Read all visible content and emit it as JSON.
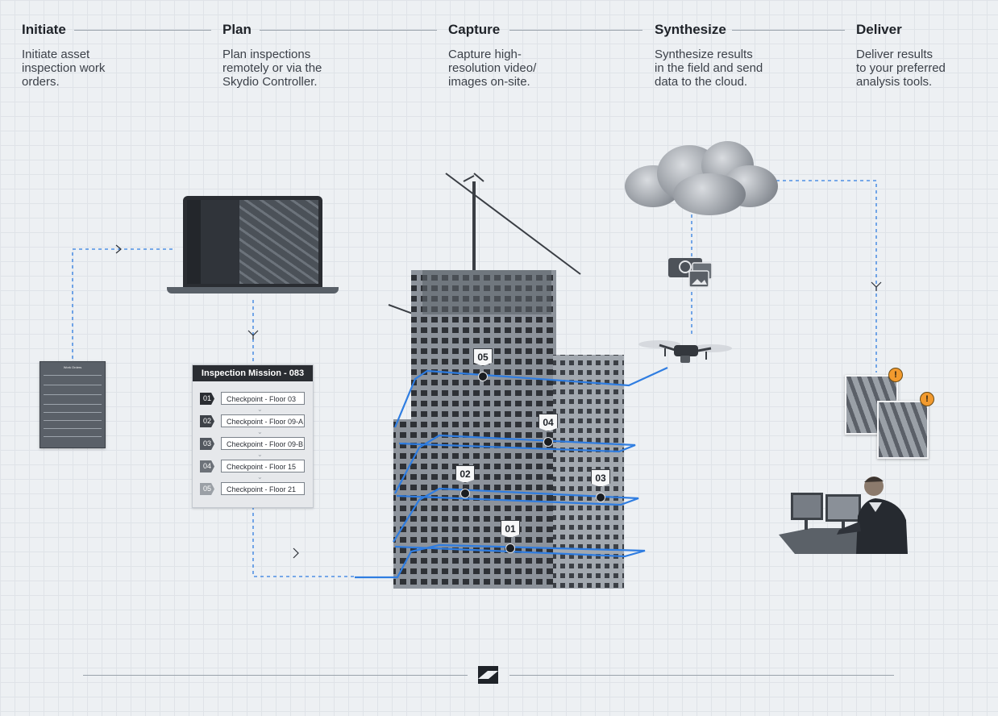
{
  "steps": [
    {
      "title": "Initiate",
      "desc": "Initiate asset\ninspection work\norders."
    },
    {
      "title": "Plan",
      "desc": "Plan inspections\nremotely or via the\nSkydio Controller."
    },
    {
      "title": "Capture",
      "desc": "Capture high-\nresolution video/\nimages on-site."
    },
    {
      "title": "Synthesize",
      "desc": "Synthesize results\nin the field and send\ndata to the cloud."
    },
    {
      "title": "Deliver",
      "desc": "Deliver results\nto your preferred\nanalysis tools."
    }
  ],
  "work_order": {
    "title": "Work Orders"
  },
  "mission": {
    "title": "Inspection Mission - 083",
    "checkpoints": [
      {
        "num": "01",
        "label": "Checkpoint - Floor 03",
        "color": "#2a2d32"
      },
      {
        "num": "02",
        "label": "Checkpoint - Floor 09-A",
        "color": "#3e4248"
      },
      {
        "num": "03",
        "label": "Checkpoint - Floor 09-B",
        "color": "#53585f"
      },
      {
        "num": "04",
        "label": "Checkpoint - Floor 15",
        "color": "#6d7279"
      },
      {
        "num": "05",
        "label": "Checkpoint - Floor 21",
        "color": "#9ba0a6"
      }
    ]
  },
  "waypoints": [
    "05",
    "04",
    "02",
    "03",
    "01"
  ],
  "alerts": [
    "!",
    "!"
  ],
  "colors": {
    "flight_path": "#2f7de1",
    "alert": "#f29a2e",
    "dark": "#2a2d32"
  }
}
